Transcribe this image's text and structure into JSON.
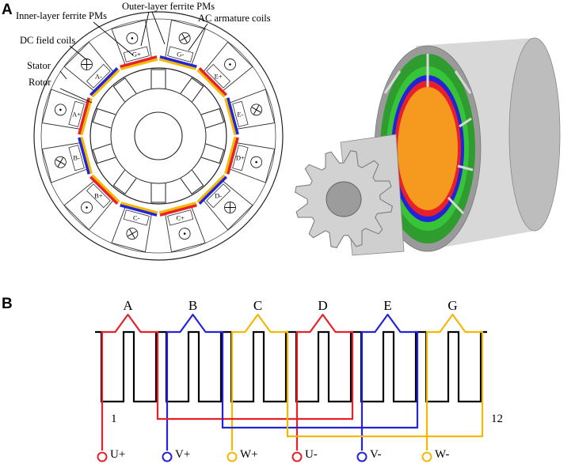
{
  "panel_a": {
    "letter": "A",
    "callouts": {
      "outer_pm": "Outer-layer ferrite PMs",
      "inner_pm": "Inner-layer ferrite PMs",
      "ac_coils": "AC armature coils",
      "dc_coils": "DC field coils",
      "stator": "Stator",
      "rotor": "Rotor"
    },
    "slot_labels": [
      "A+",
      "A-",
      "G+",
      "G-",
      "E+",
      "E-",
      "D+",
      "D-",
      "C+",
      "C-",
      "B+",
      "B-"
    ]
  },
  "panel_b": {
    "letter": "B",
    "phases": [
      "A",
      "B",
      "C",
      "D",
      "E",
      "G"
    ],
    "terminals": [
      "U+",
      "V+",
      "W+",
      "U-",
      "V-",
      "W-"
    ],
    "slot_first": "1",
    "slot_last": "12"
  },
  "colors": {
    "red": "#e8202a",
    "blue": "#2323d8",
    "yellow": "#f5b800",
    "green": "#38c438",
    "orange": "#f59a1e"
  }
}
